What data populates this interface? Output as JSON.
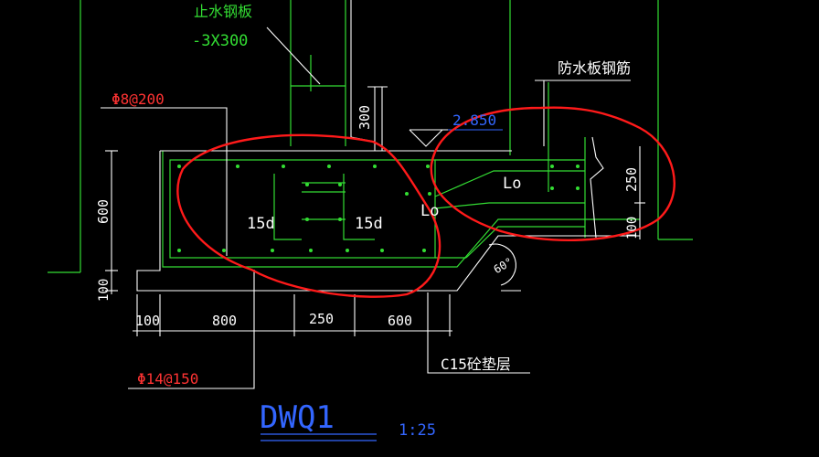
{
  "drawing": {
    "title": "DWQ1",
    "scale": "1:25",
    "colors": {
      "background": "#000000",
      "outline": "#ffffff",
      "structure": "#33dd33",
      "dimension": "#ffffff",
      "rebar_label": "#ff3333",
      "elevation": "#3366ff",
      "cloud_markup": "#ff1a1a",
      "title": "#3366ff"
    }
  },
  "labels": {
    "water_stop_plate": "止水钢板",
    "water_stop_spec": "-3X300",
    "top_rebar": "Φ8@200",
    "waterproof_rebar": "防水板钢筋",
    "elevation": "2.850",
    "lap_length_1": "Lo",
    "lap_length_2": "Lo",
    "anchor_left": "15d",
    "anchor_right": "15d",
    "bottom_rebar": "Φ14@150",
    "cushion": "C15砼垫层",
    "slope_angle": "60°"
  },
  "dimensions": {
    "total_height": "600",
    "cushion_height": "100",
    "wall_height": "300",
    "slab_thickness": "250",
    "slab_bottom": "100",
    "bottom_chain": [
      "100",
      "800",
      "250",
      "600"
    ]
  }
}
